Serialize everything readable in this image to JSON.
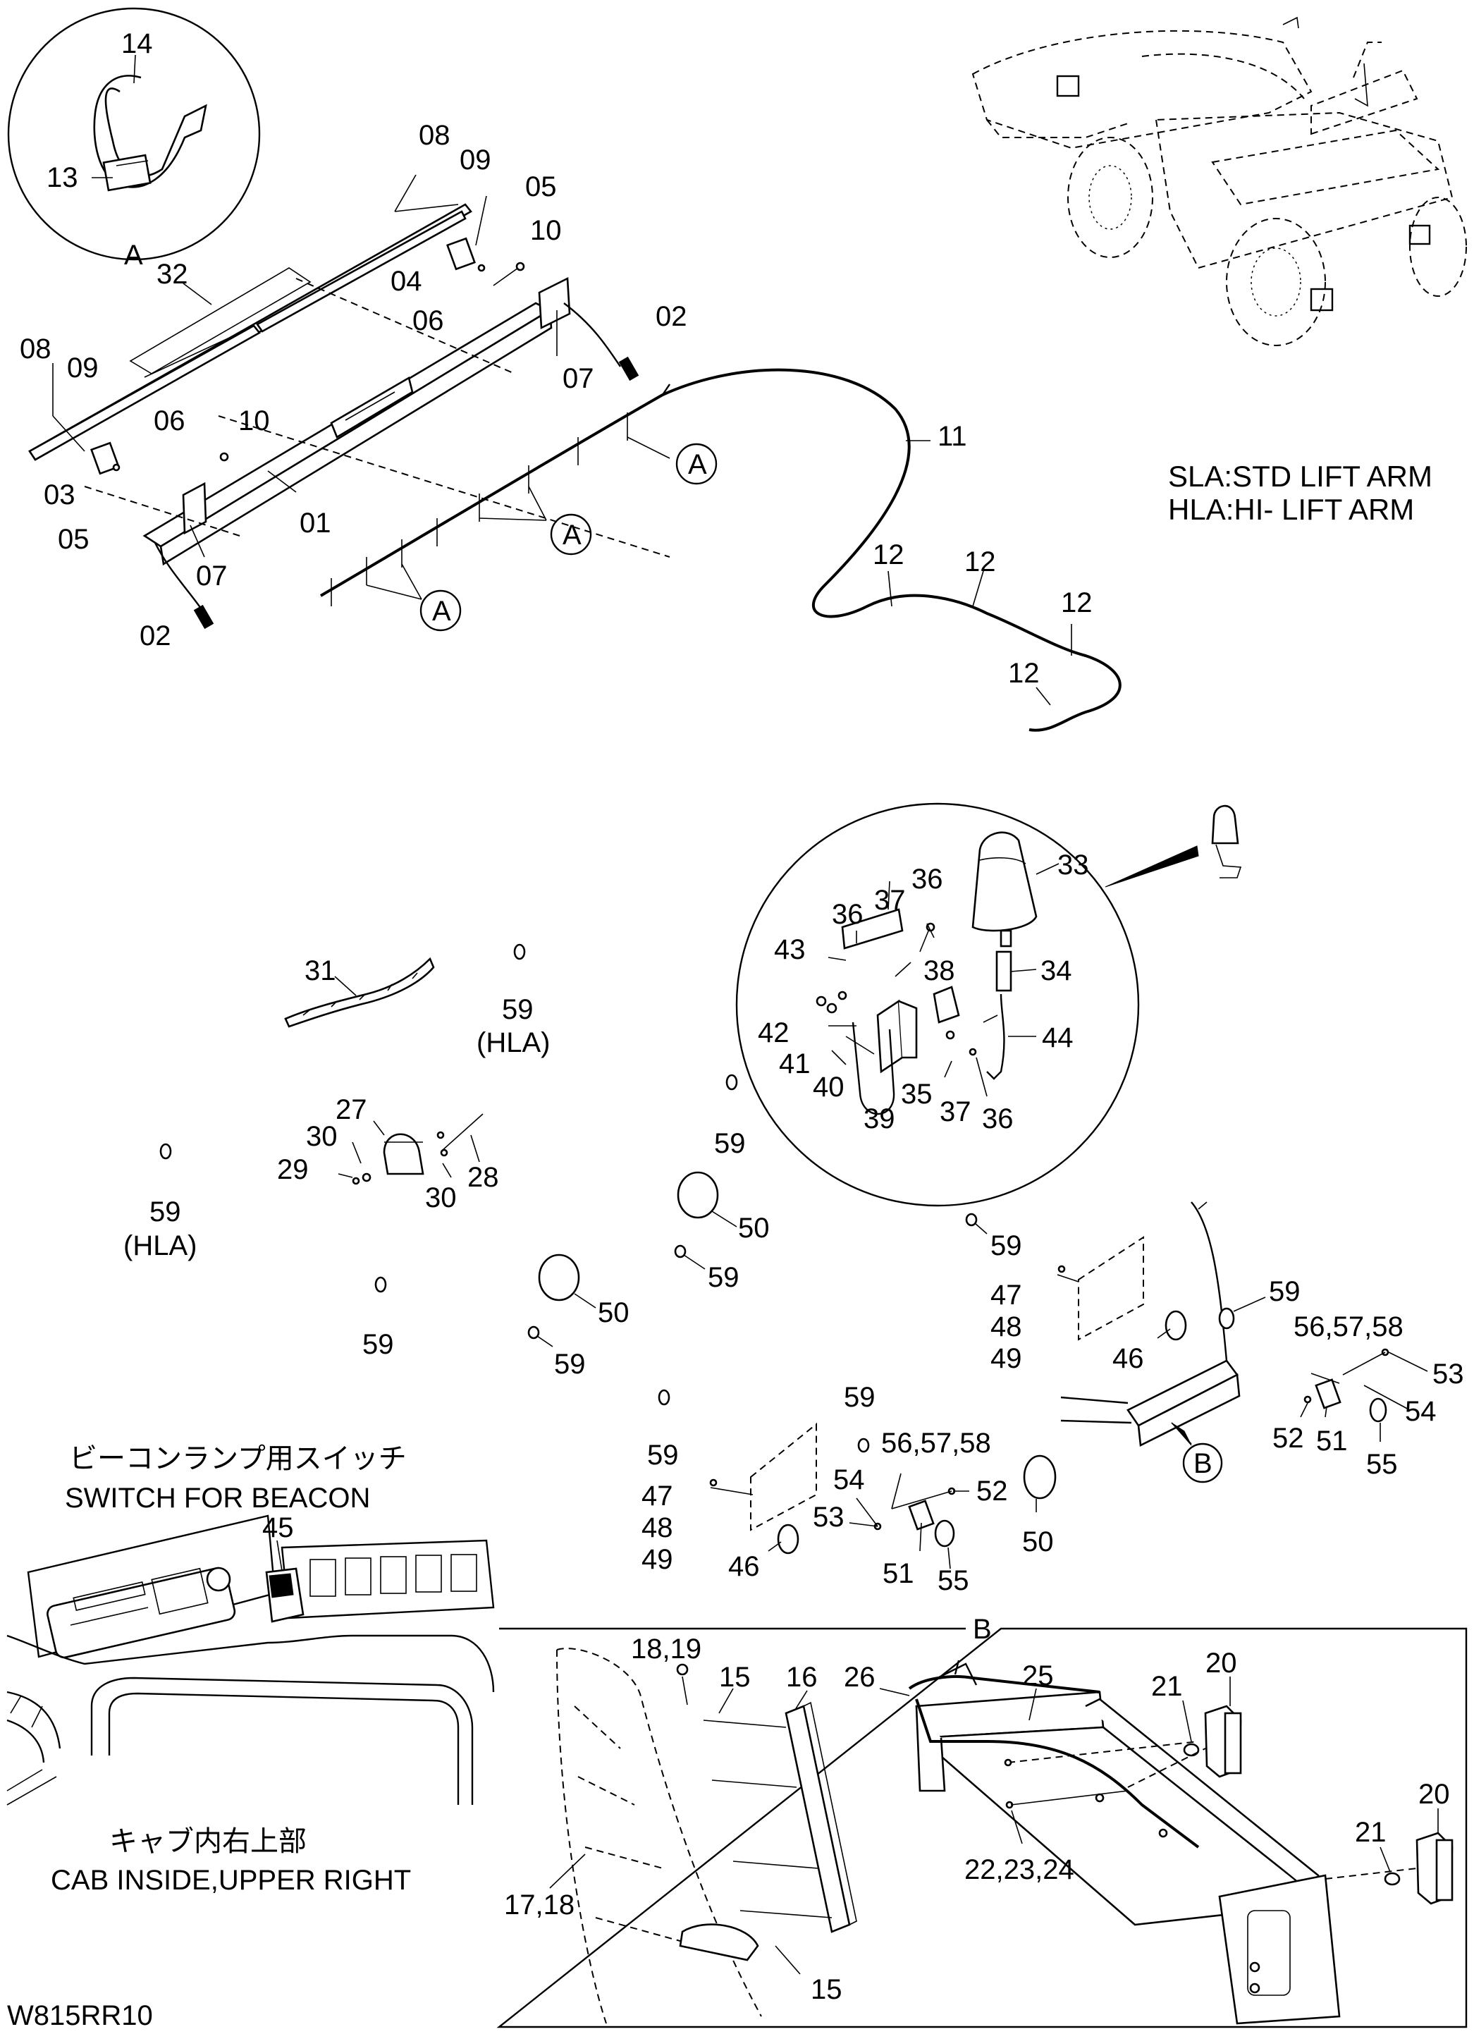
{
  "drawing_code": "W815RR10",
  "legend": {
    "sla": "SLA:STD LIFT ARM",
    "hla": "HLA:HI- LIFT ARM"
  },
  "captions": {
    "beacon_switch_jp": "ビーコンランプ用スイッチ",
    "beacon_switch_en": "SWITCH FOR BEACON",
    "cab_jp": "キャブ内右上部",
    "cab_en": "CAB INSIDE,UPPER RIGHT"
  },
  "detail_markers": {
    "a": "A",
    "b": "B"
  },
  "variant_tag": "(HLA)",
  "part_numbers": {
    "p01": "01",
    "p02": "02",
    "p03": "03",
    "p04": "04",
    "p05": "05",
    "p06": "06",
    "p07": "07",
    "p08": "08",
    "p09": "09",
    "p10": "10",
    "p11": "11",
    "p12": "12",
    "p13": "13",
    "p14": "14",
    "p15": "15",
    "p16": "16",
    "p17_18": "17,18",
    "p18_19": "18,19",
    "p20": "20",
    "p21": "21",
    "p22_23_24": "22,23,24",
    "p25": "25",
    "p26": "26",
    "p27": "27",
    "p28": "28",
    "p29": "29",
    "p30": "30",
    "p31": "31",
    "p32": "32",
    "p33": "33",
    "p34": "34",
    "p35": "35",
    "p36": "36",
    "p37": "37",
    "p38": "38",
    "p39": "39",
    "p40": "40",
    "p41": "41",
    "p42": "42",
    "p43": "43",
    "p44": "44",
    "p45": "45",
    "p46": "46",
    "p47": "47",
    "p48": "48",
    "p49": "49",
    "p50": "50",
    "p51": "51",
    "p52": "52",
    "p53": "53",
    "p54": "54",
    "p55": "55",
    "p56_57_58": "56,57,58",
    "p59": "59"
  }
}
